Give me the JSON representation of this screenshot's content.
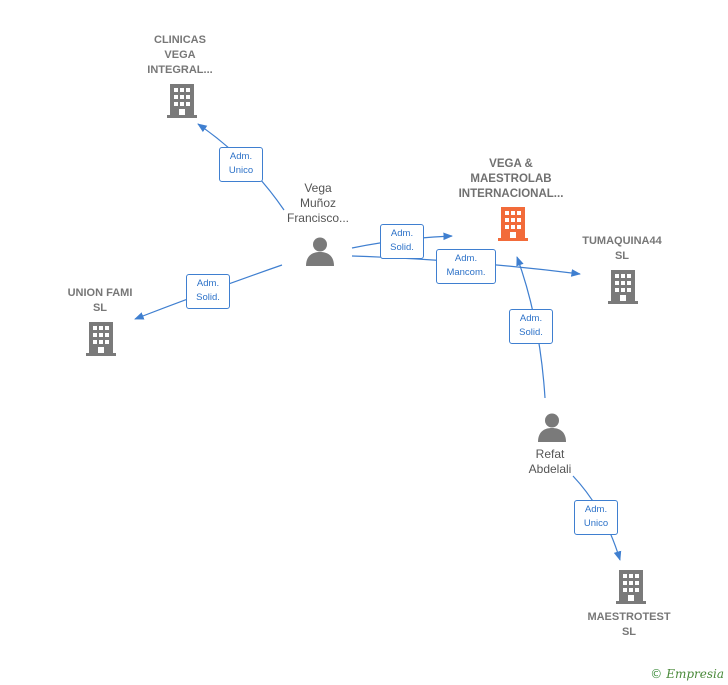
{
  "colors": {
    "edge": "#3f7fd0",
    "building": "#7a7a7a",
    "main_building": "#f26b3a",
    "person": "#7a7a7a"
  },
  "nodes": {
    "clinicas": {
      "name": "CLINICAS\nVEGA\nINTEGRAL..."
    },
    "vega_maestrolab": {
      "name": "VEGA &\nMAESTROLAB\nINTERNACIONAL..."
    },
    "tumaquina": {
      "name": "TUMAQUINA44\nSL"
    },
    "union_fami": {
      "name": "UNION FAMI\nSL"
    },
    "maestrotest": {
      "name": "MAESTROTEST\nSL"
    },
    "vega_munoz": {
      "name": "Vega\nMuñoz\nFrancisco..."
    },
    "refat": {
      "name": "Refat\nAbdelali"
    }
  },
  "relations": {
    "r1": {
      "line1": "Adm.",
      "line2": "Unico"
    },
    "r2": {
      "line1": "Adm.",
      "line2": "Solid."
    },
    "r3": {
      "line1": "Adm.",
      "line2": "Solid."
    },
    "r4": {
      "line1": "Adm.",
      "line2": "Mancom."
    },
    "r5": {
      "line1": "Adm.",
      "line2": "Solid."
    },
    "r6": {
      "line1": "Adm.",
      "line2": "Unico"
    }
  },
  "footer": {
    "copyright": "©",
    "brand": "Empresia"
  }
}
